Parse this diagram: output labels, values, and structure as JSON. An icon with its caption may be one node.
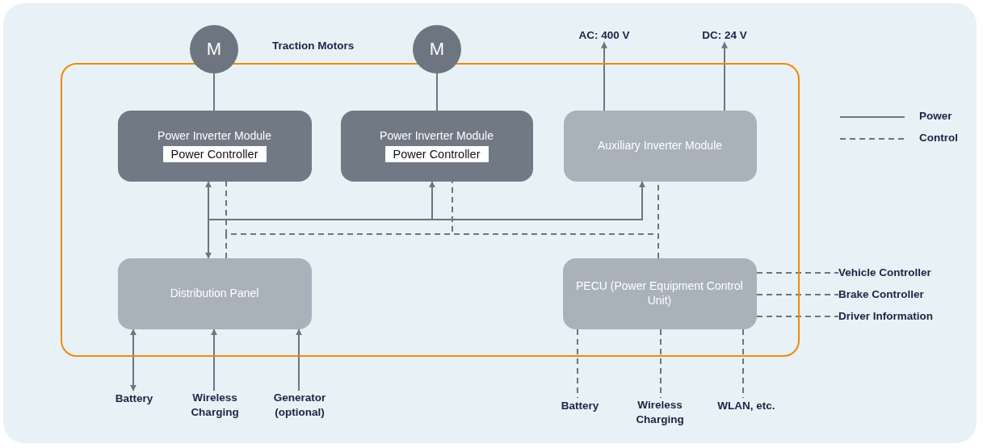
{
  "diagram": {
    "nodes": [
      {
        "text": [],
        "shape": "box"
      },
      {
        "text": [
          "M"
        ]
      },
      {
        "text": [
          "M"
        ]
      },
      {
        "text": [
          "Power Inverter Module",
          "Power Controller"
        ],
        "in": 0
      },
      {
        "text": [
          "Power Inverter Module",
          "Power Controller"
        ],
        "in": 0
      },
      {
        "text": [
          "Auxiliary Inverter Module"
        ],
        "in": 0
      },
      {
        "text": [
          "Distribution Panel"
        ],
        "in": 0
      },
      {
        "text": [
          "PECU (Power Equipment Control Unit)"
        ],
        "in": 0
      },
      {
        "text": [
          "AC: 400 V"
        ]
      },
      {
        "text": [
          "DC: 24 V"
        ]
      },
      {
        "text": [
          "Battery"
        ]
      },
      {
        "text": [
          "Wireless Charging"
        ]
      },
      {
        "text": [
          "Generator (optional)"
        ]
      },
      {
        "text": [
          "Battery"
        ]
      },
      {
        "text": [
          "Wireless Charging"
        ]
      },
      {
        "text": [
          "WLAN, etc."
        ]
      },
      {
        "text": [
          "Vehicle Controller"
        ]
      },
      {
        "text": [
          "Brake Controller"
        ]
      },
      {
        "text": [
          "Driver Information"
        ]
      }
    ],
    "edges": [
      {
        "from": 1,
        "to": 3,
        "arrow": "none"
      },
      {
        "from": 2,
        "to": 4,
        "arrow": "none"
      },
      {
        "from": 5,
        "to": 8,
        "arrow": "to"
      },
      {
        "from": 5,
        "to": 9,
        "arrow": "to"
      },
      {
        "from": 6,
        "to": 3,
        "arrow": "both"
      },
      {
        "from": 6,
        "to": 4,
        "arrow": "to"
      },
      {
        "from": 6,
        "to": 5,
        "arrow": "to"
      },
      {
        "from": 7,
        "to": 3,
        "arrow": "none",
        "style": "dashed"
      },
      {
        "from": 7,
        "to": 4,
        "arrow": "none",
        "style": "dashed"
      },
      {
        "from": 7,
        "to": 5,
        "arrow": "none",
        "style": "dashed"
      },
      {
        "from": 7,
        "to": 6,
        "arrow": "none",
        "style": "dashed"
      },
      {
        "from": 10,
        "to": 6,
        "arrow": "both"
      },
      {
        "from": 11,
        "to": 6,
        "arrow": "to"
      },
      {
        "from": 12,
        "to": 6,
        "arrow": "to"
      },
      {
        "from": 7,
        "to": 13,
        "arrow": "none",
        "style": "dashed"
      },
      {
        "from": 7,
        "to": 14,
        "arrow": "none",
        "style": "dashed"
      },
      {
        "from": 7,
        "to": 15,
        "arrow": "none",
        "style": "dashed"
      },
      {
        "from": 7,
        "to": 16,
        "arrow": "none",
        "style": "dashed"
      },
      {
        "from": 7,
        "to": 17,
        "arrow": "none",
        "style": "dashed"
      },
      {
        "from": 7,
        "to": 18,
        "arrow": "none",
        "style": "dashed"
      }
    ],
    "labels": [
      "Traction Motors"
    ],
    "legend": [
      {
        "text": "Power"
      },
      {
        "text": "Control"
      }
    ]
  }
}
